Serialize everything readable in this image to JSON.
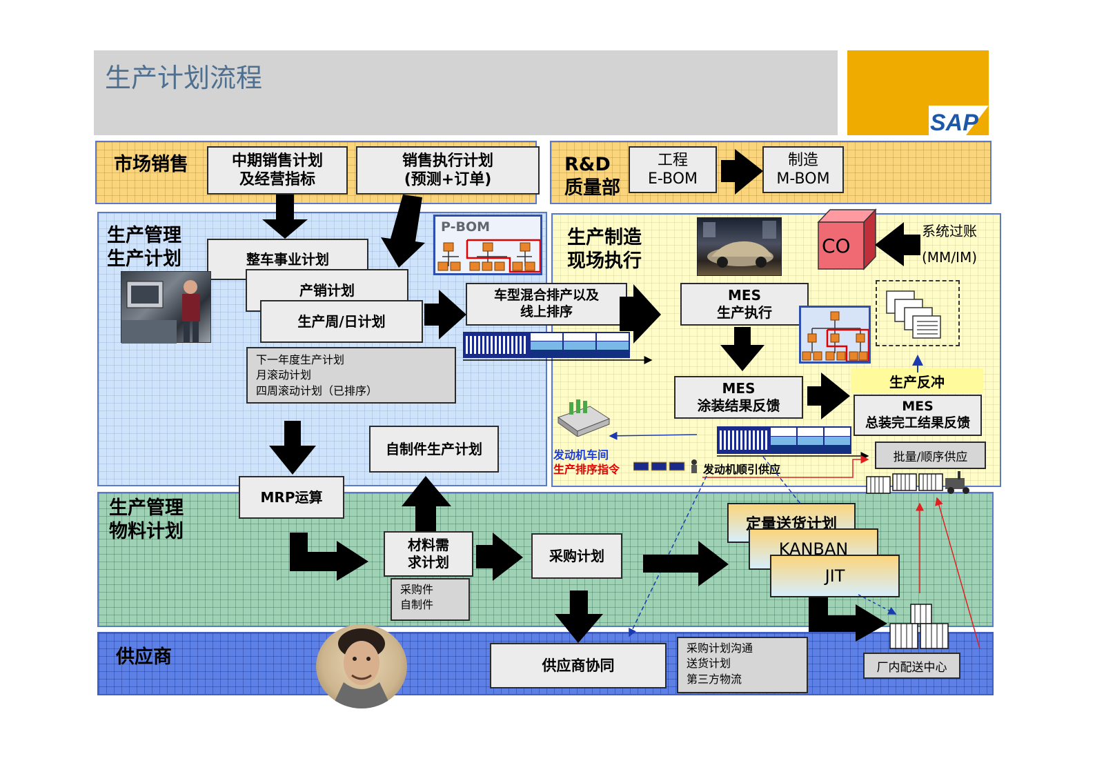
{
  "title": "生产计划流程",
  "brand": {
    "logo": "SAP",
    "color_accent": "#f0ab00",
    "color_title": "#4f6f8f"
  },
  "lanes": {
    "market_sales": "市场销售",
    "rnd": {
      "line1": "R&D",
      "line2": "质量部"
    },
    "prod_plan": {
      "line1": "生产管理",
      "line2": "生产计划"
    },
    "manufacturing": {
      "line1": "生产制造",
      "line2": "现场执行"
    },
    "material": {
      "line1": "生产管理",
      "line2": "物料计划"
    },
    "supplier": "供应商"
  },
  "boxes": {
    "mid_sales": {
      "line1": "中期销售计划",
      "line2": "及经营指标"
    },
    "sales_exec": {
      "line1": "销售执行计划",
      "line2": "(预测+订单)"
    },
    "ebom": {
      "line1": "工程",
      "line2": "E-BOM"
    },
    "mbom": {
      "line1": "制造",
      "line2": "M-BOM"
    },
    "vehicle_plan": "整车事业计划",
    "prod_sales": "产销计划",
    "weekly_daily": "生产周/日计划",
    "schedule_notes": [
      "下一年度生产计划",
      "月滚动计划",
      "四周滚动计划（已排序）"
    ],
    "pbom": "P-BOM",
    "mixed_seq": {
      "line1": "车型混合排产以及",
      "line2": "线上排序"
    },
    "mes_exec": {
      "line1": "MES",
      "line2": "生产执行"
    },
    "mes_paint": {
      "line1": "MES",
      "line2": "涂装结果反馈"
    },
    "mes_assembly": {
      "line1": "MES",
      "line2": "总装完工结果反馈"
    },
    "backflush": "生产反冲",
    "batch_seq": "批量/顺序供应",
    "co": "CO",
    "sys_posting": {
      "line1": "系统过账",
      "line2": "(MM/IM)"
    },
    "self_made": "自制件生产计划",
    "mrp": "MRP运算",
    "material_req": {
      "line1": "材料需",
      "line2": "求计划"
    },
    "purchase_types": [
      "采购件",
      "自制件"
    ],
    "purchase_plan": "采购计划",
    "fixed_delivery": "定量送货计划",
    "kanban": "KANBAN",
    "jit": "JIT",
    "supplier_collab": "供应商协同",
    "supplier_notes": [
      "采购计划沟通",
      "送货计划",
      "第三方物流"
    ],
    "dist_center": "厂内配送中心",
    "engine_shop": "发动机车间",
    "seq_order": "生产排序指令",
    "engine_supply": "发动机顺引供应"
  }
}
